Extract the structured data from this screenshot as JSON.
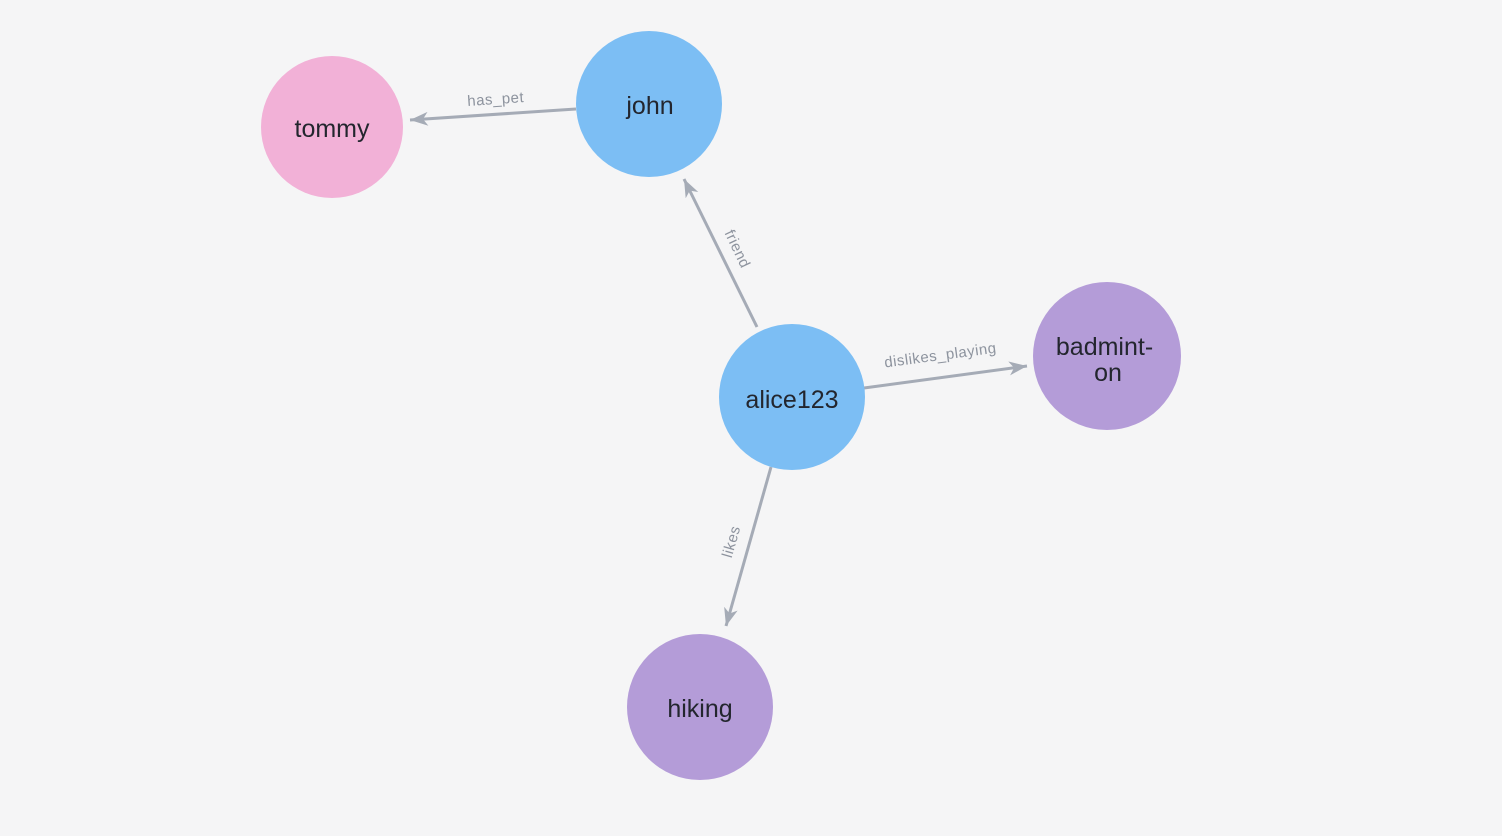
{
  "canvas": {
    "background_color": "#F5F5F6"
  },
  "graph": {
    "colors": {
      "edge": "#A5ABB6",
      "edge_label": "#8D939E",
      "node_label": "#23262E",
      "person_node": "#7CBEF4",
      "pet_node": "#F2B1D7",
      "activity_node": "#B49CD8"
    },
    "nodes": [
      {
        "id": "tommy",
        "label": "tommy",
        "color": "#F2B1D7"
      },
      {
        "id": "john",
        "label": "john",
        "color": "#7CBEF4"
      },
      {
        "id": "alice123",
        "label": "alice123",
        "color": "#7CBEF4"
      },
      {
        "id": "badminton",
        "label": "badminton",
        "label_lines": [
          "badmint-",
          "on"
        ],
        "color": "#B49CD8"
      },
      {
        "id": "hiking",
        "label": "hiking",
        "color": "#B49CD8"
      }
    ],
    "edges": [
      {
        "from": "john",
        "to": "tommy",
        "label": "has_pet"
      },
      {
        "from": "alice123",
        "to": "john",
        "label": "friend"
      },
      {
        "from": "alice123",
        "to": "badminton",
        "label": "dislikes_playing"
      },
      {
        "from": "alice123",
        "to": "hiking",
        "label": "likes"
      }
    ]
  }
}
